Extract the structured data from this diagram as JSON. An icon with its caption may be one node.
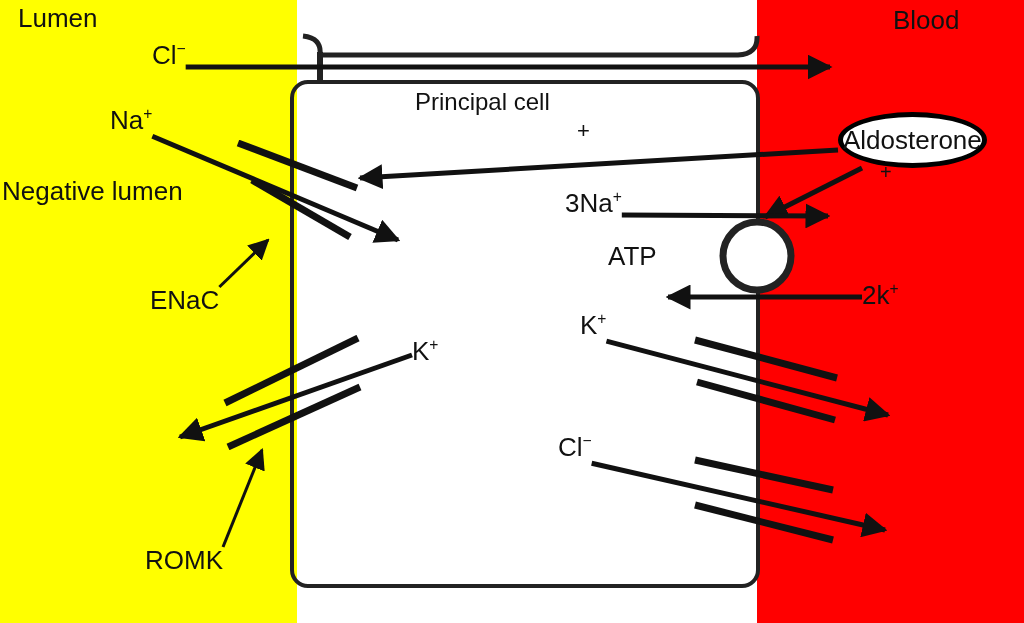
{
  "diagram": {
    "nodes": [
      {
        "text": [
          "Lumen"
        ]
      },
      {
        "text": [
          "Blood"
        ]
      },
      {
        "text": [
          "Principal cell"
        ]
      },
      {
        "text": [
          "Cl$^{−}$"
        ],
        "in": 0
      },
      {
        "text": [
          "Aldosterone"
        ],
        "in": 1
      },
      {
        "text": [
          "Na$^{+}$"
        ],
        "in": 0
      },
      {
        "text": [],
        "shape": "channel"
      },
      {
        "text": [
          "3Na$^{+}$"
        ],
        "in": 2
      },
      {
        "text": [],
        "shape": "circle"
      },
      {
        "text": [
          "ENaC"
        ],
        "in": 0
      },
      {
        "text": [
          "2k$^{+}$"
        ],
        "in": 1
      },
      {
        "text": [
          "K$^{+}$"
        ],
        "in": 2
      },
      {
        "text": [
          "K$^{+}$"
        ],
        "in": 2
      },
      {
        "text": [],
        "shape": "channel"
      },
      {
        "text": [
          "Cl$^{−}$"
        ],
        "in": 2
      },
      {
        "text": [
          "ROMK"
        ],
        "in": 0
      }
    ],
    "edges": [
      {
        "from": 3,
        "to": null,
        "arrow": "to"
      },
      {
        "from": 4,
        "to": 6,
        "arrow": "to"
      },
      {
        "from": 5,
        "to": null,
        "arrow": "to"
      },
      {
        "from": 4,
        "to": 8,
        "arrow": "to"
      },
      {
        "from": 7,
        "to": null,
        "arrow": "to"
      },
      {
        "from": 10,
        "to": null,
        "arrow": "to"
      },
      {
        "from": 9,
        "to": 6,
        "arrow": "to"
      },
      {
        "from": 11,
        "to": null,
        "arrow": "to"
      },
      {
        "from": 12,
        "to": null,
        "arrow": "to"
      },
      {
        "from": 14,
        "to": null,
        "arrow": "to"
      },
      {
        "from": 15,
        "to": 13,
        "arrow": "to"
      }
    ],
    "labels": [
      "Negative lumen",
      "+",
      "+",
      "ATP"
    ]
  }
}
